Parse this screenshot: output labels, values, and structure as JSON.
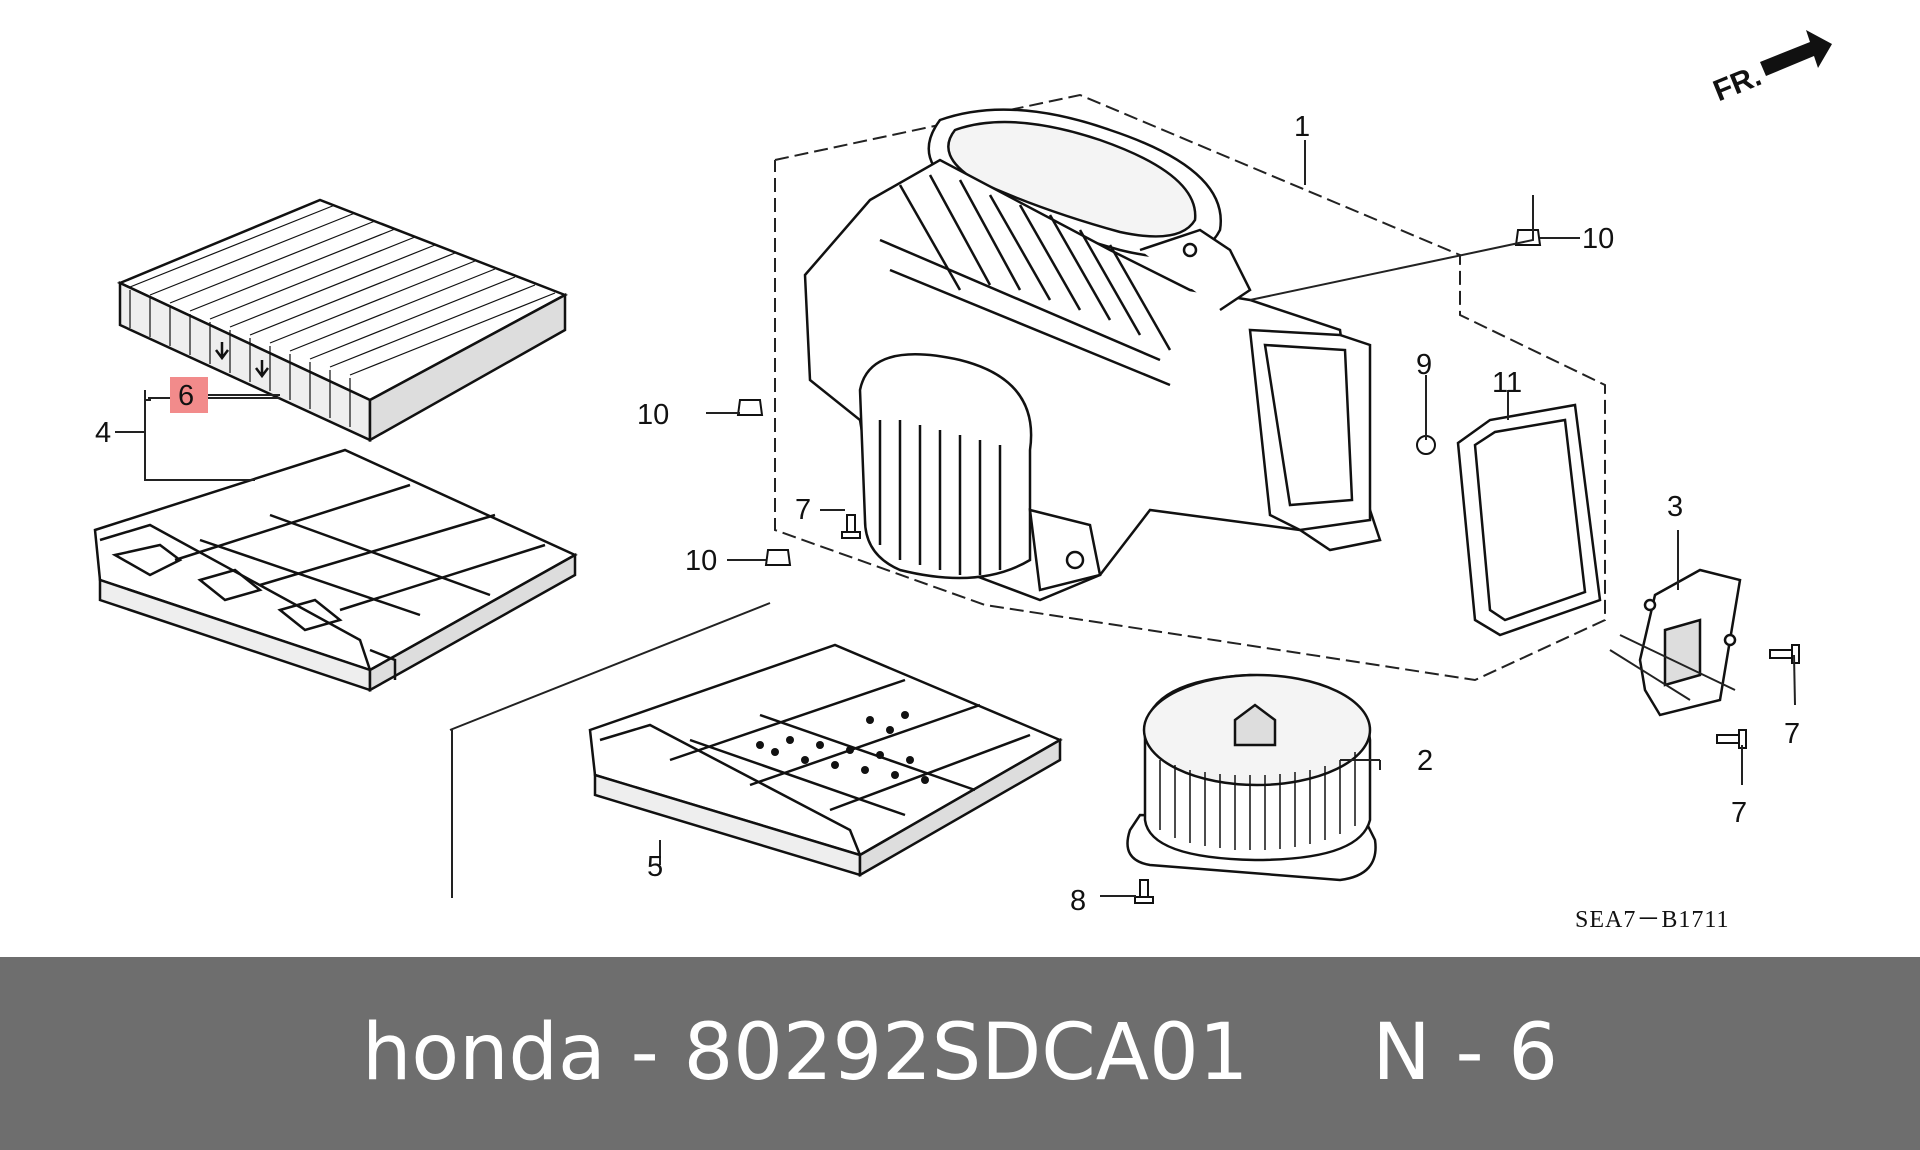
{
  "diagram": {
    "direction_marker": "FR.",
    "diagram_code": "SEA7－B1711",
    "highlight_color": "#f28b8b",
    "callouts": {
      "c1": "1",
      "c2": "2",
      "c3": "3",
      "c4": "4",
      "c5": "5",
      "c6": "6",
      "c7a": "7",
      "c7b": "7",
      "c7c": "7",
      "c8": "8",
      "c9": "9",
      "c10a": "10",
      "c10b": "10",
      "c10c": "10",
      "c11": "11"
    }
  },
  "footer": {
    "text": "honda - 80292SDCA01     N - 6",
    "background": "#6e6e6e"
  }
}
